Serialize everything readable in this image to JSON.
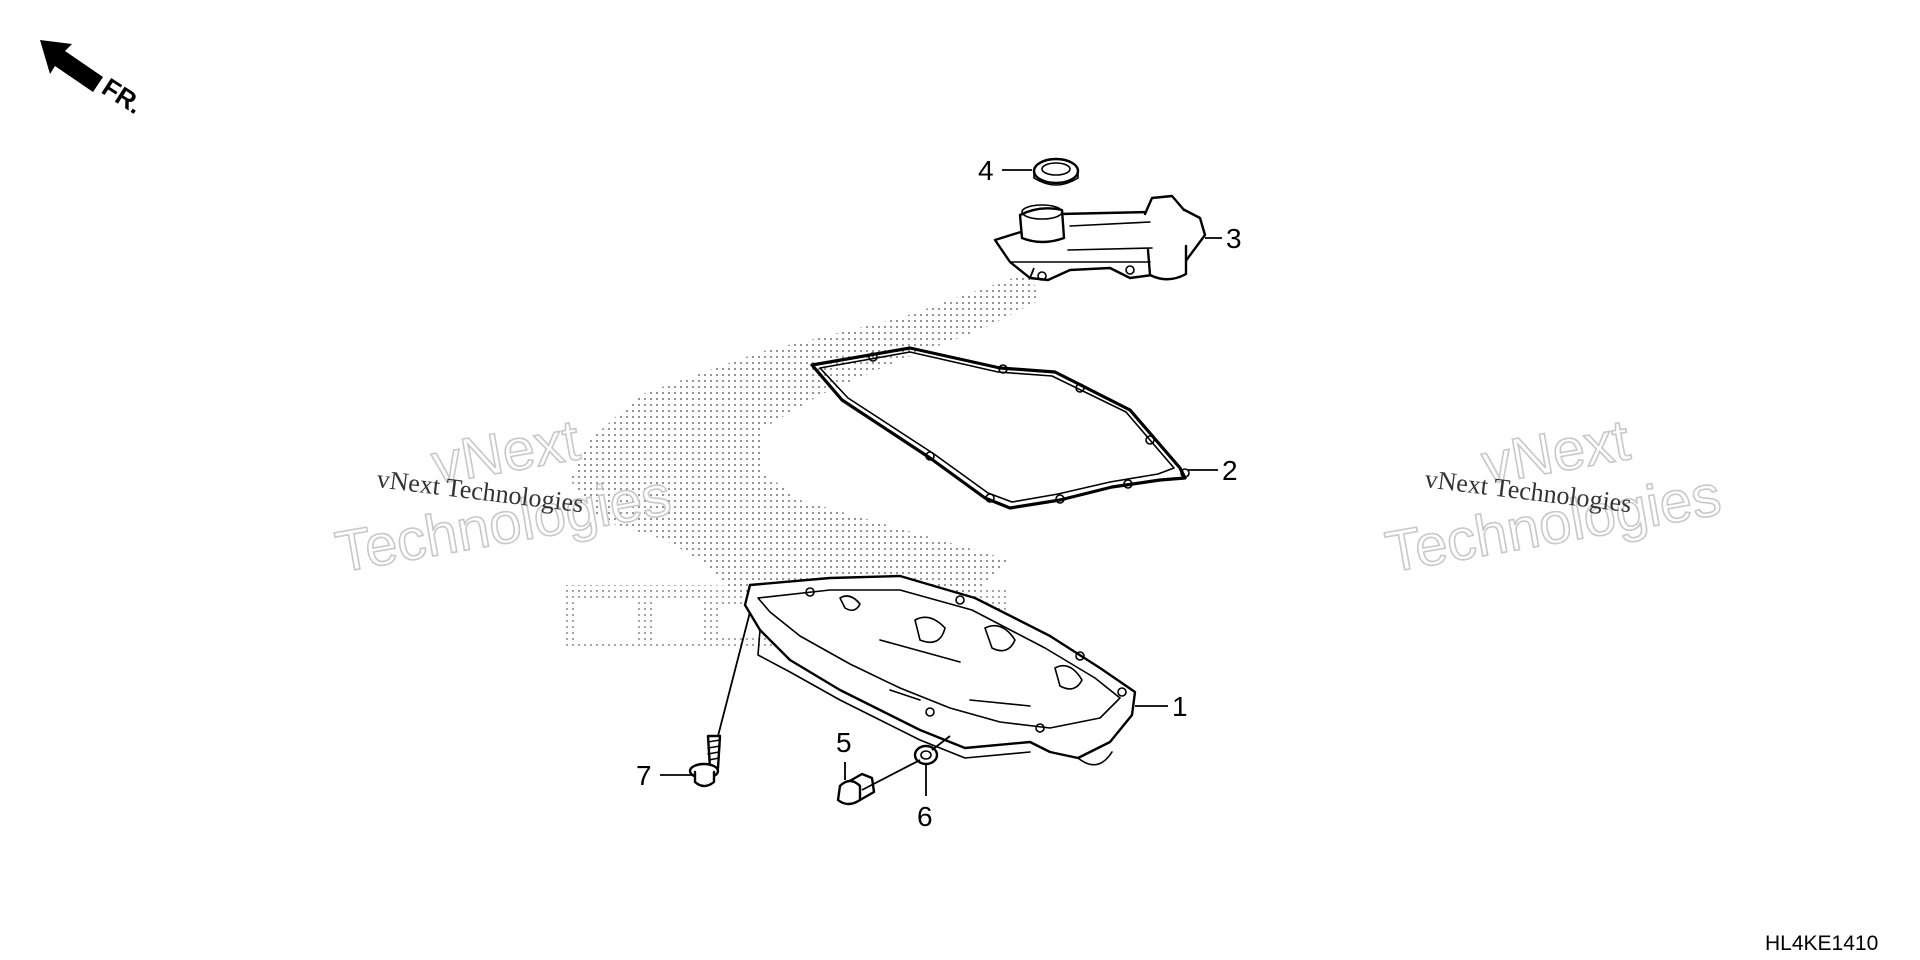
{
  "orientation": {
    "label": "FR.",
    "icon": "front-direction-arrow-icon"
  },
  "callouts": [
    {
      "number": "1",
      "part": "oil-pan"
    },
    {
      "number": "2",
      "part": "gasket"
    },
    {
      "number": "3",
      "part": "strainer"
    },
    {
      "number": "4",
      "part": "o-ring"
    },
    {
      "number": "5",
      "part": "drain-bolt"
    },
    {
      "number": "6",
      "part": "washer"
    },
    {
      "number": "7",
      "part": "flange-bolt"
    }
  ],
  "watermark": {
    "line1": "vNext",
    "line2": "Technologies",
    "small": "vNext Technologies"
  },
  "diagram_code": "HL4KE1410"
}
